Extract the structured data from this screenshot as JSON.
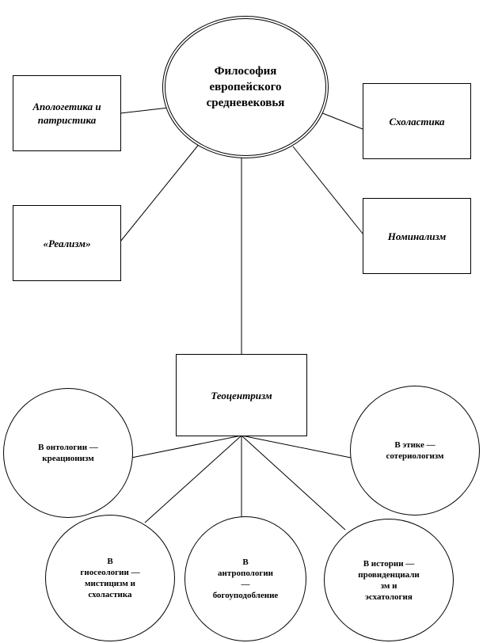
{
  "center": "Философия\nевропейского\nсредневековья",
  "periods": {
    "apologetics": "Апологетика и\nпатристика",
    "scholasticism": "Схоластика",
    "realism": "«Реализм»",
    "nominalism": "Номинализм"
  },
  "theocentrism": "Теоцентризм",
  "aspects": {
    "ontology": "В онтологии —\nкреационизм",
    "ethics": "В этике —\nсотериологизм",
    "gnoseology": "В\nгносеологии —\nмистицизм и\nсхоластика",
    "anthropology": "В\nантропологии\n—\nбогоуподобление",
    "history": "В истории —\nпровиденциали\nзм и\nэсхатология"
  }
}
